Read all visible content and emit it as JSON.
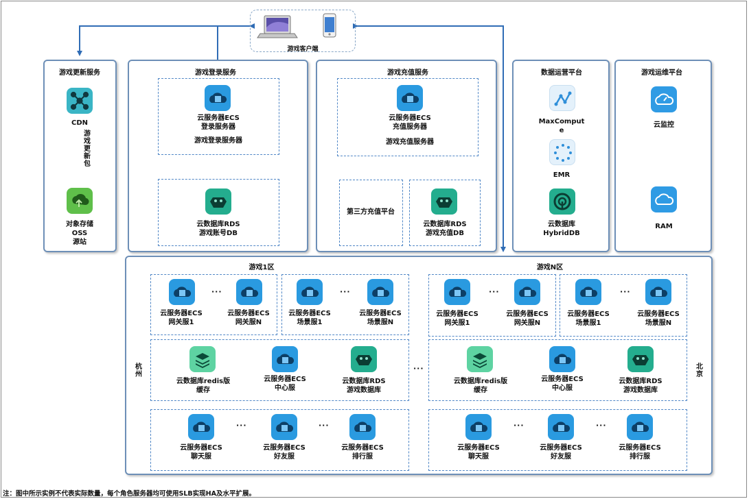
{
  "client": {
    "label": "游戏客户端"
  },
  "update_service": {
    "title": "游戏更新服务",
    "cdn": "CDN",
    "link_label": "游戏更新包",
    "oss_line1": "对象存储",
    "oss_line2": "OSS",
    "oss_line3": "源站"
  },
  "login_service": {
    "title": "游戏登录服务",
    "ecs_line1": "云服务器ECS",
    "ecs_line2": "登录服务器",
    "group_label": "游戏登录服务器",
    "rds_line1": "云数据库RDS",
    "rds_line2": "游戏账号DB"
  },
  "pay_service": {
    "title": "游戏充值服务",
    "ecs_line1": "云服务器ECS",
    "ecs_line2": "充值服务器",
    "group_label": "游戏充值服务器",
    "third_party": "第三方充值平台",
    "rds_line1": "云数据库RDS",
    "rds_line2": "游戏充值DB"
  },
  "data_platform": {
    "title": "数据运营平台",
    "maxcompute_line1": "MaxComput",
    "maxcompute_line2": "e",
    "emr": "EMR",
    "hybriddb_line1": "云数据库",
    "hybriddb_line2": "HybridDB"
  },
  "ops_platform": {
    "title": "游戏运维平台",
    "monitor": "云监控",
    "ram": "RAM"
  },
  "zones": {
    "zone1_title": "游戏1区",
    "zoneN_title": "游戏N区",
    "left_city": "杭州",
    "right_city": "北京",
    "ecs": "云服务器ECS",
    "gateway1": "网关服1",
    "gatewayN": "网关服N",
    "scene1": "场景服1",
    "sceneN": "场景服N",
    "redis_line1": "云数据库redis版",
    "redis_line2": "缓存",
    "center": "中心服",
    "rds_line1": "云数据库RDS",
    "rds_line2": "游戏数据库",
    "chat": "聊天服",
    "friend": "好友服",
    "rank": "排行服",
    "ellipsis": "···"
  },
  "footnote": "注：图中所示实例不代表实际数量，每个角色服务器均可使用SLB实现HA及水平扩展。",
  "colors": {
    "panel_border": "#6d8fb7",
    "arrow": "#2f6cb5",
    "ecs": "#2a9ae0",
    "rds": "#24ad8e",
    "redis": "#5ed3a2",
    "oss": "#5fbf4a",
    "cdn": "#3ab5c5"
  }
}
